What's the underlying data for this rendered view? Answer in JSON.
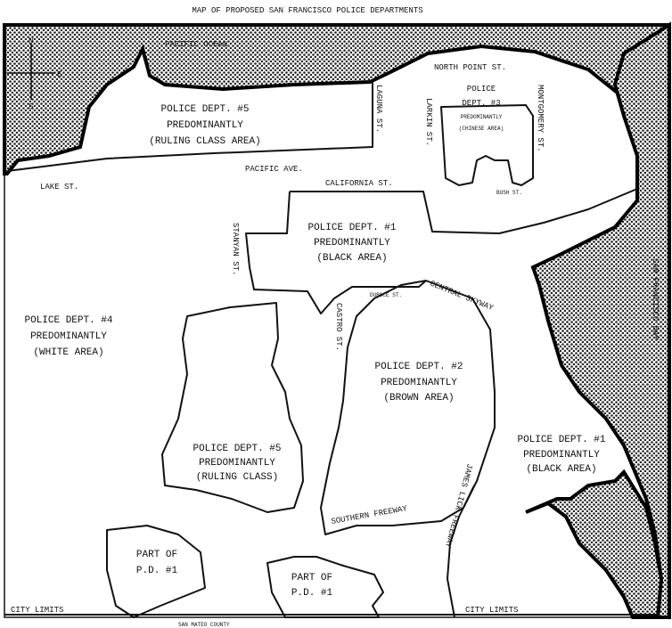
{
  "title": "MAP OF PROPOSED SAN FRANCISCO  POLICE DEPARTMENTS",
  "colors": {
    "ink": "#111111",
    "paper": "#ffffff",
    "water_pattern": "dotted halftone"
  },
  "compass": {
    "north": "N",
    "south": "S",
    "east": "E"
  },
  "water": {
    "ocean": "PACIFIC OCEAN",
    "bay": "SAN FRANCISCO BAY"
  },
  "streets": {
    "north_point": "NORTH POINT ST.",
    "laguna": "LAGUNA ST.",
    "larkin": "LARKIN ST.",
    "montgomery": "MONTGOMERY ST.",
    "pacific": "PACIFIC AVE.",
    "lake": "LAKE ST.",
    "california": "CALIFORNIA ST.",
    "bush": "BUSH ST.",
    "stanyan": "STANYAN ST.",
    "castro": "CASTRO ST.",
    "central_skyway": "CENTRAL SKYWAY",
    "southern_freeway": "SOUTHERN FREEWAY",
    "james_lick": "JAMES LICK FREEWAY",
    "dubose": "DUBOCE ST."
  },
  "districts": [
    {
      "lines": [
        "POLICE DEPT. #5",
        "PREDOMINANTLY",
        "(RULING CLASS AREA)"
      ]
    },
    {
      "lines": [
        "POLICE",
        "DEPT. #3",
        "PREDOMINANTLY",
        "(CHINESE AREA)"
      ]
    },
    {
      "lines": [
        "POLICE DEPT. #1",
        "PREDOMINANTLY",
        "(BLACK AREA)"
      ]
    },
    {
      "lines": [
        "POLICE DEPT. #4",
        "PREDOMINANTLY",
        "(WHITE AREA)"
      ]
    },
    {
      "lines": [
        "POLICE DEPT. #2",
        "PREDOMINANTLY",
        "(BROWN AREA)"
      ]
    },
    {
      "lines": [
        "POLICE DEPT. #5",
        "PREDOMINANTLY",
        "(RULING CLASS)"
      ]
    },
    {
      "lines": [
        "POLICE DEPT. #1",
        "PREDOMINANTLY",
        "(BLACK AREA)"
      ]
    },
    {
      "lines": [
        "PART OF",
        "P.D. #1"
      ]
    },
    {
      "lines": [
        "PART OF",
        "P.D. #1"
      ]
    }
  ],
  "city_limits": [
    "CITY LIMITS",
    "CITY LIMITS"
  ],
  "county": "SAN MATEO COUNTY"
}
